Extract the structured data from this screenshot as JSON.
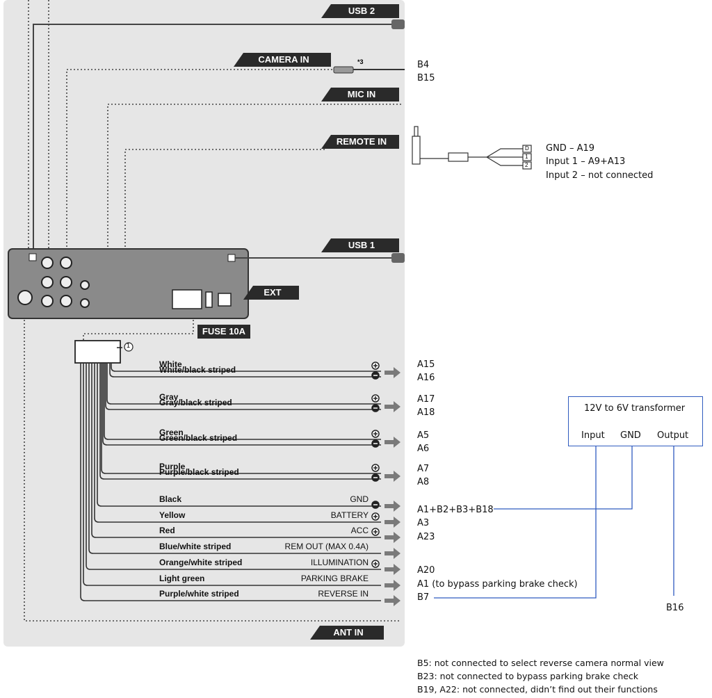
{
  "tags": {
    "usb2": "USB 2",
    "camera_in": "CAMERA IN",
    "mic_in": "MIC IN",
    "remote_in": "REMOTE IN",
    "usb1": "USB 1",
    "ext": "EXT",
    "fuse": "FUSE 10A",
    "ant_in": "ANT IN"
  },
  "camera_note_mark": "*3",
  "connector_marker": "1",
  "camera_pins": [
    "B4",
    "B15"
  ],
  "remote_pins": [
    "GND – A19",
    "Input 1 – A9+A13",
    "Input 2 – not connected"
  ],
  "remote_plug_marks": [
    "D",
    "1",
    "2"
  ],
  "wires": [
    {
      "color": "White",
      "func": "",
      "sign": "+"
    },
    {
      "color": "White/black striped",
      "func": "",
      "sign": "−"
    },
    {
      "color": "Gray",
      "func": "",
      "sign": "+"
    },
    {
      "color": "Gray/black striped",
      "func": "",
      "sign": "−"
    },
    {
      "color": "Green",
      "func": "",
      "sign": "+"
    },
    {
      "color": "Green/black striped",
      "func": "",
      "sign": "−"
    },
    {
      "color": "Purple",
      "func": "",
      "sign": "+"
    },
    {
      "color": "Purple/black striped",
      "func": "",
      "sign": "−"
    },
    {
      "color": "Black",
      "func": "GND",
      "sign": "−"
    },
    {
      "color": "Yellow",
      "func": "BATTERY",
      "sign": "+"
    },
    {
      "color": "Red",
      "func": "ACC",
      "sign": "+"
    },
    {
      "color": "Blue/white striped",
      "func": "REM OUT (MAX 0.4A)",
      "sign": ""
    },
    {
      "color": "Orange/white striped",
      "func": "ILLUMINATION",
      "sign": "+"
    },
    {
      "color": "Light green",
      "func": "PARKING BRAKE",
      "sign": ""
    },
    {
      "color": "Purple/white striped",
      "func": "REVERSE IN",
      "sign": ""
    }
  ],
  "pin_labels": {
    "a15": "A15",
    "a16": "A16",
    "a17": "A17",
    "a18": "A18",
    "a5": "A5",
    "a6": "A6",
    "a7": "A7",
    "a8": "A8",
    "gnd_group": "A1+B2+B3+B18",
    "a3": "A3",
    "a23": "A23",
    "a20": "A20",
    "a1_bypass": "A1 (to bypass parking brake check)",
    "b7": "B7"
  },
  "transformer": {
    "title": "12V to 6V transformer",
    "input": "Input",
    "gnd": "GND",
    "output": "Output",
    "output_pin": "B16",
    "line_color": "#2f5bbf"
  },
  "notes": [
    "B5: not connected to select reverse camera normal view",
    "B23: not connected to bypass parking brake check",
    "B19, A22: not connected, didn’t find out their functions"
  ]
}
